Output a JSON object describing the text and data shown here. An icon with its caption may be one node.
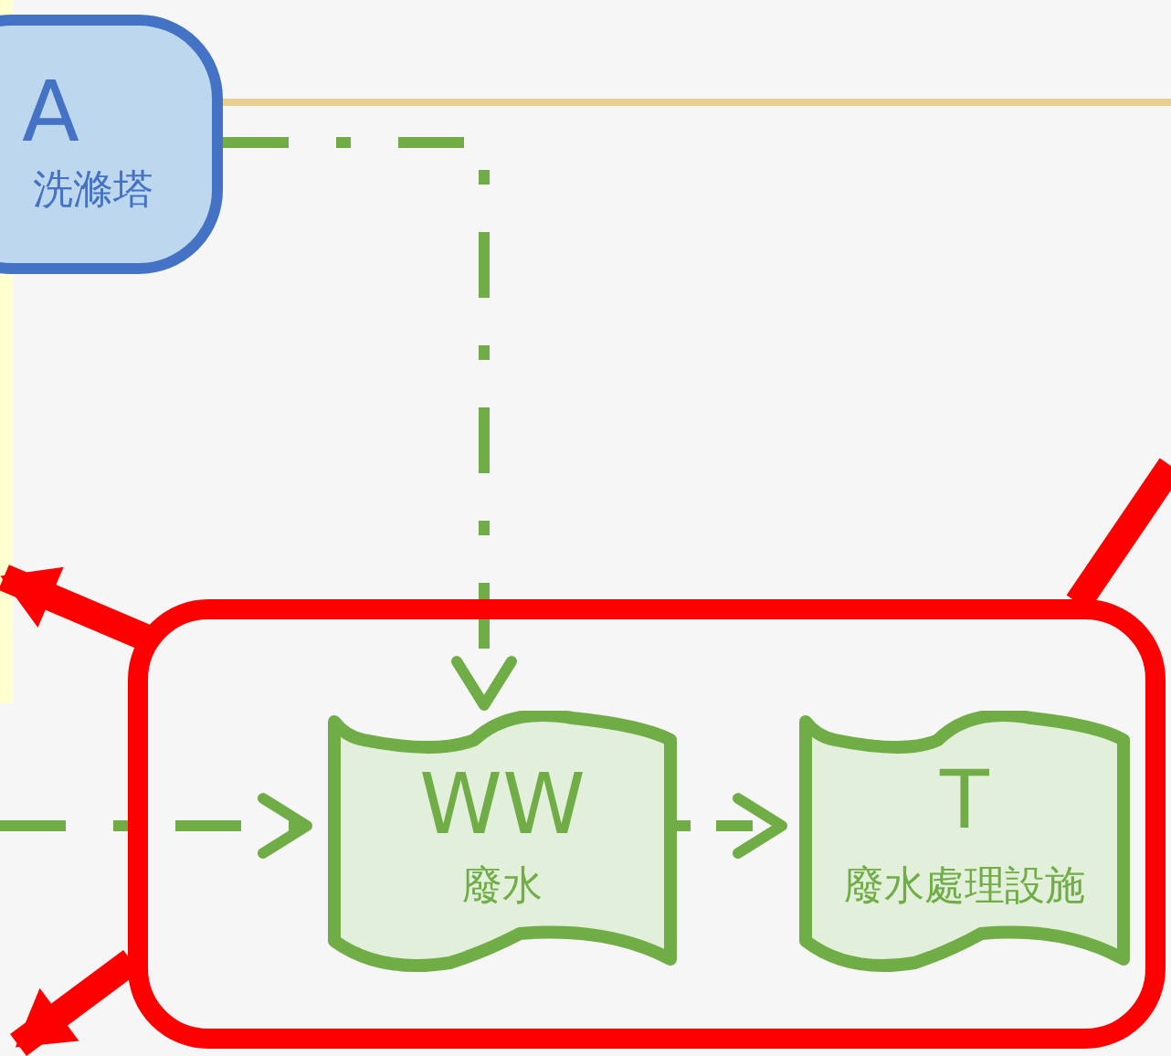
{
  "diagram": {
    "nodes": [
      {
        "text": [
          "A",
          "洗滌塔"
        ]
      },
      {
        "text": [],
        "shape": "box"
      },
      {
        "text": [
          "WW",
          "廢水"
        ],
        "in": 1
      },
      {
        "text": [
          "T",
          "廢水處理設施"
        ],
        "in": 1
      }
    ],
    "edges": [
      {
        "from": 0,
        "to": 2,
        "arrow": "to",
        "style": "dashed",
        "color": "#70ad47"
      },
      {
        "from": null,
        "to": 2,
        "arrow": "to",
        "style": "dashed",
        "color": "#70ad47"
      },
      {
        "from": 2,
        "to": 3,
        "arrow": "to",
        "style": "dashed",
        "color": "#70ad47"
      },
      {
        "from": 1,
        "to": null,
        "arrow": "to",
        "style": "thick",
        "color": "#ff0000"
      },
      {
        "from": 1,
        "to": null,
        "arrow": "to",
        "style": "thick",
        "color": "#ff0000"
      },
      {
        "from": 1,
        "to": null,
        "arrow": "none",
        "style": "thick",
        "color": "#ff0000"
      }
    ]
  }
}
